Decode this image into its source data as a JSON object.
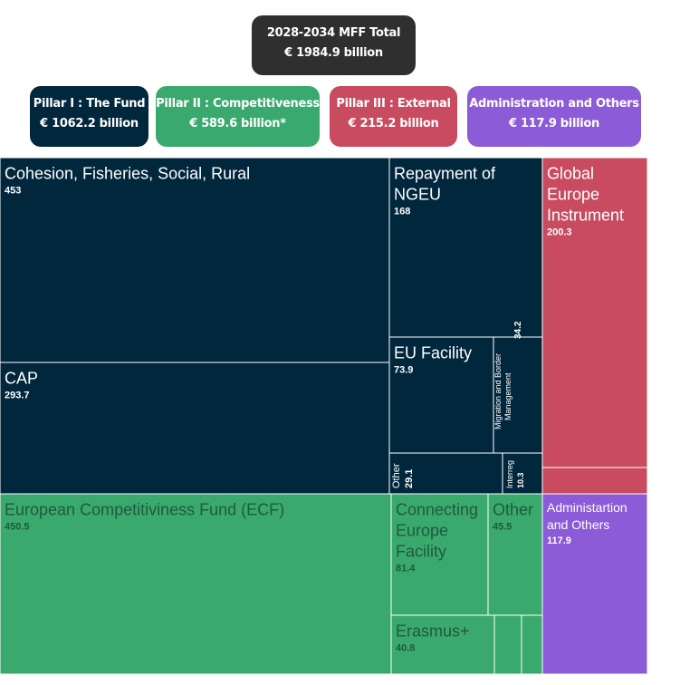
{
  "header": {
    "total": {
      "title": "2028-2034 MFF Total",
      "value": "€ 1984.9 billion",
      "color": "#2f2f2f"
    },
    "pillars": [
      {
        "title": "Pillar I : The Fund",
        "value": "€ 1062.2 billion",
        "color": "#01273d"
      },
      {
        "title": "Pillar II : Competitiveness",
        "value": "€ 589.6 billion*",
        "color": "#3aa96e"
      },
      {
        "title": "Pillar III : External",
        "value": "€ 215.2 billion",
        "color": "#c84b5f"
      },
      {
        "title": "Administration and Others",
        "value": "€ 117.9 billion",
        "color": "#8b5bd8"
      }
    ]
  },
  "chart_data": {
    "type": "treemap",
    "unit": "€ billion",
    "groups": [
      {
        "color": "#01273d",
        "text_color": "#ffffff",
        "items": [
          {
            "label": "Cohesion, Fisheries, Social, Rural",
            "value": 453
          },
          {
            "label": "CAP",
            "value": 293.7
          },
          {
            "label": "Repayment of NGEU",
            "value": 168
          },
          {
            "label": "EU Facility",
            "value": 73.9
          },
          {
            "label": "Migration and Border Management",
            "value": 34.2
          },
          {
            "label": "Other",
            "value": 29.1
          },
          {
            "label": "Interreg",
            "value": 10.3
          }
        ]
      },
      {
        "color": "#3aa96e",
        "text_color": "#1f5a3c",
        "items": [
          {
            "label": "European Competitiviness Fund (ECF)",
            "value": 450.5
          },
          {
            "label": "Connecting Europe Facility",
            "value": 81.4
          },
          {
            "label": "Other",
            "value": 45.5
          },
          {
            "label": "Erasmus+",
            "value": 40.8
          },
          {
            "label": "",
            "value": null
          },
          {
            "label": "",
            "value": null
          }
        ]
      },
      {
        "color": "#c84b5f",
        "text_color": "#ffffff",
        "items": [
          {
            "label": "Global Europe Instrument",
            "value": 200.3
          },
          {
            "label": "",
            "value": null
          }
        ]
      },
      {
        "color": "#8b5bd8",
        "text_color": "#ffffff",
        "items": [
          {
            "label": "Administartion and Others",
            "value": 117.9
          }
        ]
      }
    ]
  }
}
